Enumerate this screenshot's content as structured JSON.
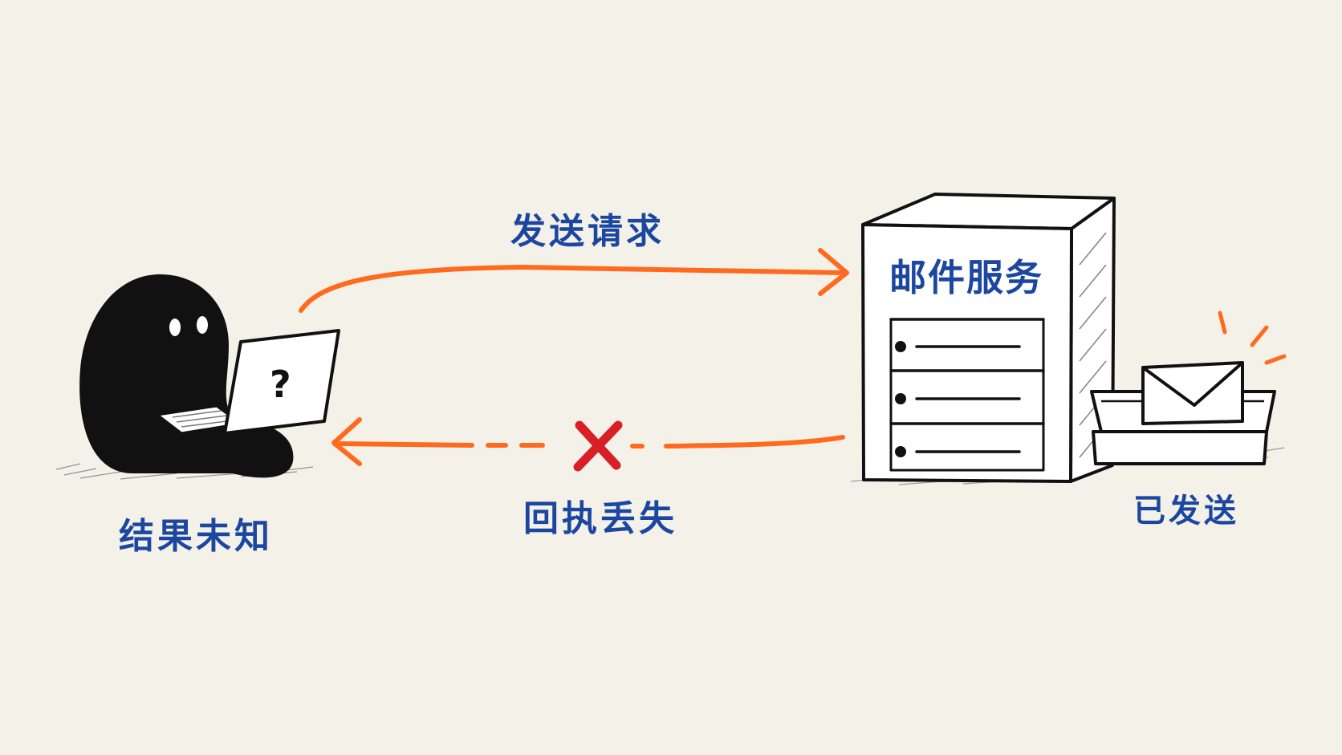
{
  "labels": {
    "request": "发送请求",
    "service": "邮件服务",
    "receipt_lost": "回执丢失",
    "result_unknown": "结果未知",
    "sent": "已发送",
    "laptop_mark": "?"
  },
  "icons": {
    "person": "person-icon",
    "laptop": "laptop-icon",
    "server": "server-icon",
    "envelope": "envelope-icon",
    "tray": "outbox-tray-icon",
    "failure": "cross-icon"
  },
  "colors": {
    "background": "#f4f1e8",
    "arrow": "#ff6a1f",
    "cross": "#d81f26",
    "text": "#1c47a0",
    "ink": "#111111"
  }
}
